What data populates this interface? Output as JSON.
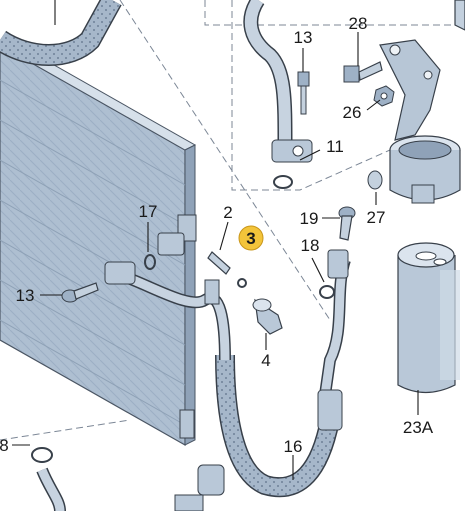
{
  "diagram": {
    "callouts": [
      {
        "id": "28",
        "label": "28"
      },
      {
        "id": "13-top",
        "label": "13"
      },
      {
        "id": "26",
        "label": "26"
      },
      {
        "id": "11",
        "label": "11"
      },
      {
        "id": "17",
        "label": "17"
      },
      {
        "id": "2",
        "label": "2"
      },
      {
        "id": "3",
        "label": "3",
        "highlighted": true
      },
      {
        "id": "19",
        "label": "19"
      },
      {
        "id": "27",
        "label": "27"
      },
      {
        "id": "18",
        "label": "18"
      },
      {
        "id": "13-left",
        "label": "13"
      },
      {
        "id": "4",
        "label": "4"
      },
      {
        "id": "16",
        "label": "16"
      },
      {
        "id": "23A",
        "label": "23A"
      },
      {
        "id": "8",
        "label": "8"
      }
    ],
    "colors": {
      "part_fill": "#b9c8d8",
      "part_light": "#dbe4ee",
      "part_dark": "#8a9bb0",
      "hose": "#9fb0c4",
      "highlight": "#f3c43a",
      "line": "#1a1a1a"
    }
  }
}
